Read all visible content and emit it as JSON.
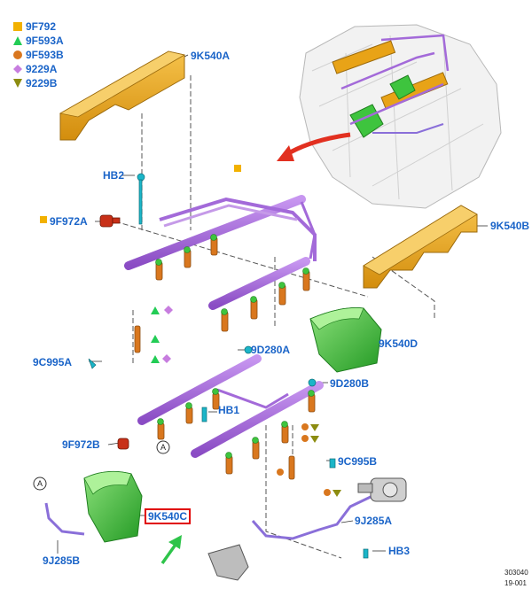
{
  "legend": [
    {
      "shape": "square",
      "color": "#f2b100",
      "code": "9F792"
    },
    {
      "shape": "triangle-up",
      "color": "#22cc55",
      "code": "9F593A"
    },
    {
      "shape": "circle",
      "color": "#d9771e",
      "code": "9F593B"
    },
    {
      "shape": "diamond",
      "color": "#c77ddf",
      "code": "9229A"
    },
    {
      "shape": "triangle-down",
      "color": "#8c8c10",
      "code": "9229B"
    }
  ],
  "labels": {
    "k540a": "9K540A",
    "k540b": "9K540B",
    "k540c": "9K540C",
    "k540d": "9K540D",
    "hb2": "HB2",
    "hb1": "HB1",
    "hb3": "HB3",
    "f972a": "9F972A",
    "f972b": "9F972B",
    "c995a": "9C995A",
    "c995b": "9C995B",
    "d280a": "9D280A",
    "d280b": "9D280B",
    "j285a": "9J285A",
    "j285b": "9J285B",
    "callout_a": "A"
  },
  "footer": {
    "ref_number": "303040",
    "ref_number_2": "19-001"
  },
  "colors": {
    "label_blue": "#1a64c8",
    "cover_orange": "#e8a317",
    "rail_purple": "#a36ad9",
    "green_part": "#3ec43e",
    "highlight_red": "#e00000",
    "pointer_red": "#e23020",
    "arrow_green": "#2ec44a"
  }
}
